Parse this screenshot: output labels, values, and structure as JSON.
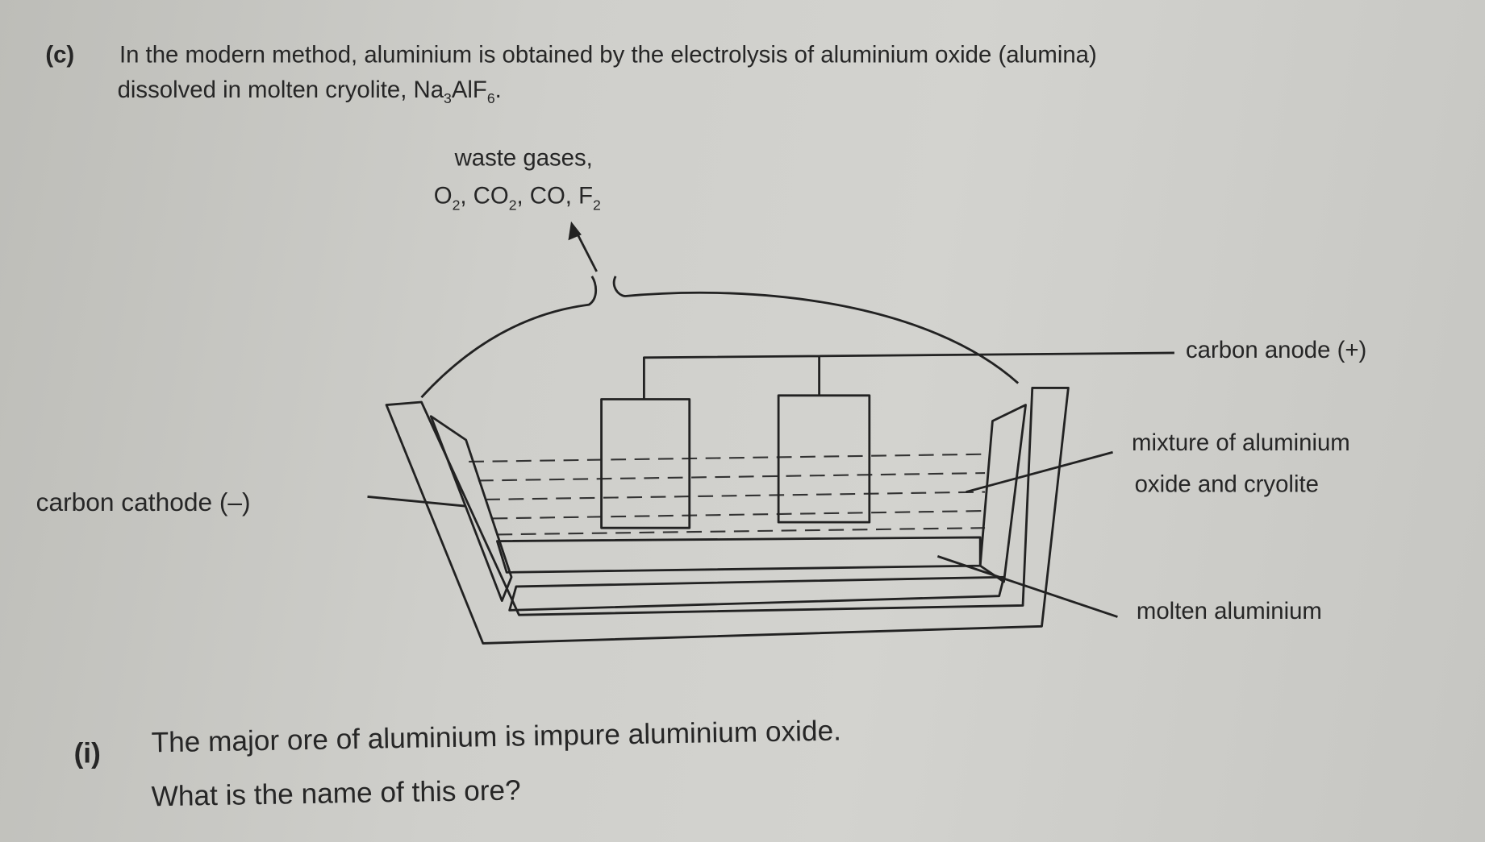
{
  "question": {
    "part_label": "(c)",
    "intro_line1": "In the modern method, aluminium is obtained by the electrolysis of aluminium oxide (alumina)",
    "intro_line2_prefix": "dissolved in molten cryolite, Na",
    "formula_sub1": "3",
    "formula_mid": "AlF",
    "formula_sub2": "6",
    "formula_end": "."
  },
  "diagram": {
    "waste_gases_label": "waste gases,",
    "gases": {
      "o": "O",
      "o_sub": "2",
      "co2": ", CO",
      "co2_sub": "2",
      "co_f": ", CO, F",
      "f_sub": "2"
    },
    "carbon_anode_label": "carbon anode (+)",
    "mixture_label_line1": "mixture of aluminium",
    "mixture_label_line2": "oxide and cryolite",
    "molten_label": "molten aluminium",
    "cathode_label": "carbon cathode (–)"
  },
  "subquestion": {
    "label": "(i)",
    "line1": "The major ore of aluminium is impure aluminium oxide.",
    "line2": "What is the name of this ore?"
  }
}
